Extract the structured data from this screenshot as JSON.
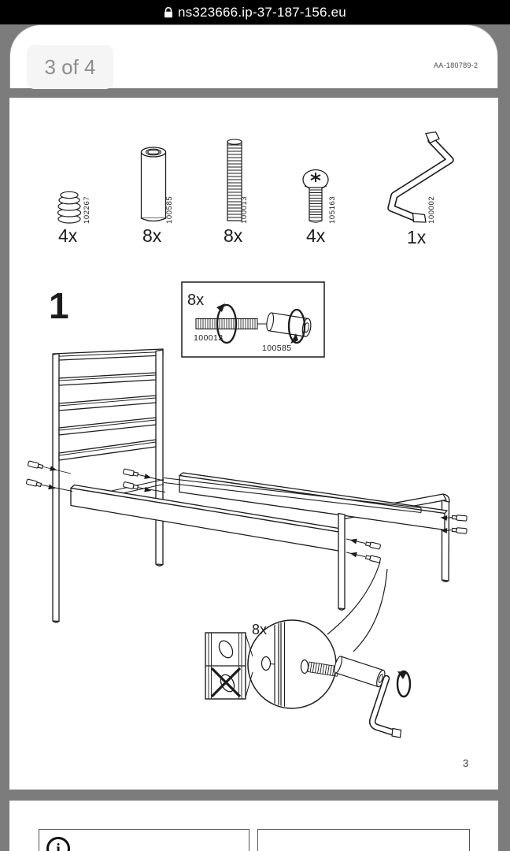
{
  "browser": {
    "url": "ns323666.ip-37-187-156.eu"
  },
  "pager": {
    "label": "3 of 4"
  },
  "document": {
    "code": "AA-180789-2",
    "page_number": "3",
    "step_number": "1",
    "parts": [
      {
        "id": "102267",
        "qty": "4x"
      },
      {
        "id": "100585",
        "qty": "8x"
      },
      {
        "id": "100013",
        "qty": "8x"
      },
      {
        "id": "105163",
        "qty": "4x"
      },
      {
        "id": "100002",
        "qty": "1x"
      }
    ],
    "callout": {
      "qty": "8x",
      "bolt_id": "100013",
      "sleeve_id": "100585"
    },
    "detail": {
      "qty": "8x"
    }
  },
  "footer": {
    "info_glyph": "i"
  }
}
